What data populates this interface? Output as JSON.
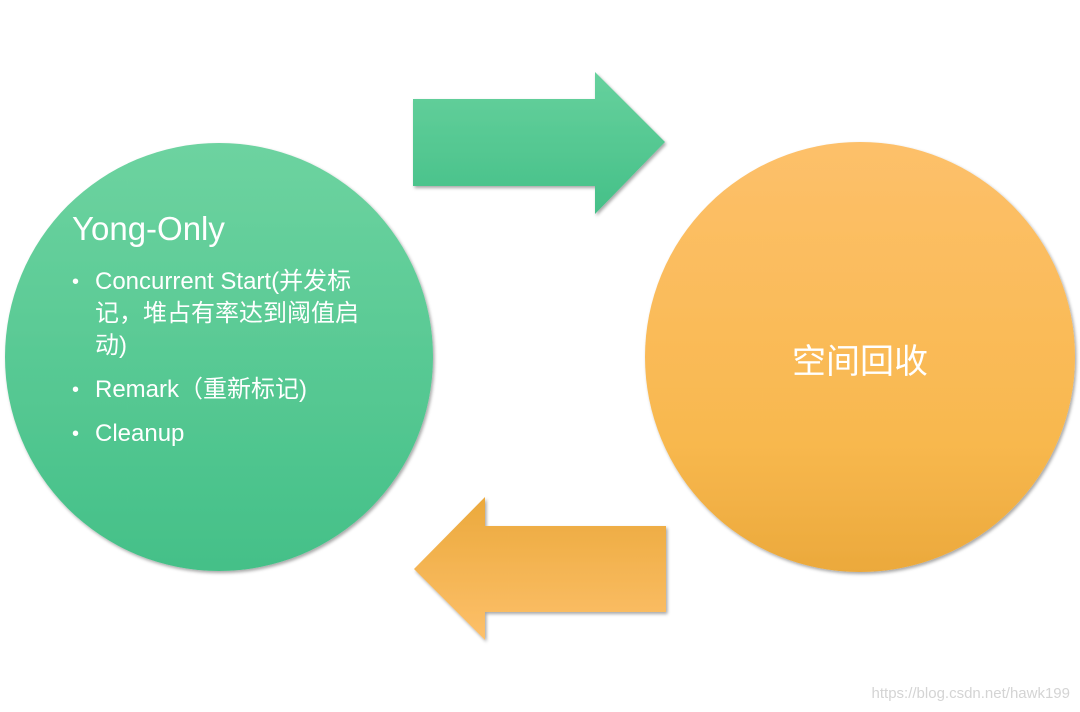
{
  "diagram": {
    "left_node": {
      "title": "Yong-Only",
      "items": [
        "Concurrent Start(并发标记，堆占有率达到阈值启动)",
        "Remark（重新标记)",
        "Cleanup"
      ],
      "color_top": "#6dd3a0",
      "color_bottom": "#44c088"
    },
    "right_node": {
      "label": "空间回收",
      "color_top": "#fdc06a",
      "color_bottom": "#eba93c"
    },
    "arrows": [
      {
        "direction": "right",
        "from": "left_node",
        "to": "right_node",
        "color": "#52cc93"
      },
      {
        "direction": "left",
        "from": "right_node",
        "to": "left_node",
        "color": "#f6b44a"
      }
    ],
    "bullet_glyph": "•"
  },
  "watermark": "https://blog.csdn.net/hawk199"
}
